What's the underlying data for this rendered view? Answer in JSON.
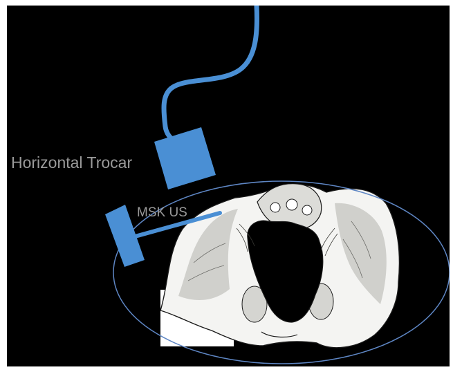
{
  "labels": {
    "horizontal_trocar": "Horizontal Trocar",
    "msk_us": "MSK US"
  },
  "colors": {
    "background": "#000000",
    "device_blue": "#4a8fd4",
    "ellipse_outline": "#5e86c4",
    "label_text": "#9a9a9a",
    "bone_fill": "#f4f4f2",
    "bone_line": "#1a1a1a"
  },
  "icons": {
    "probe": "ultrasound-probe-icon",
    "trocar": "trocar-block-icon",
    "pelvis": "pelvis-illustration"
  }
}
